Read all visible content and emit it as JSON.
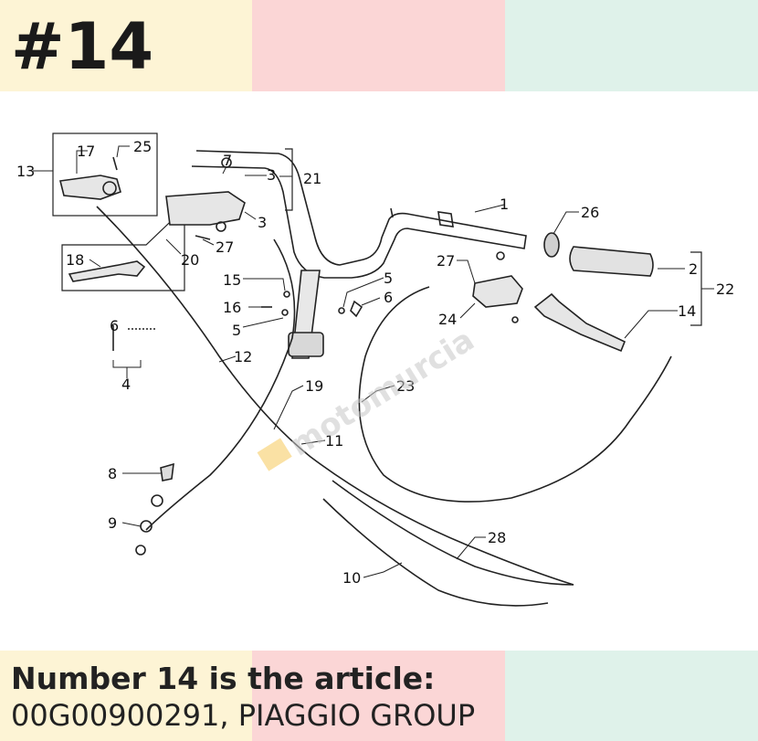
{
  "header": {
    "title": "#14"
  },
  "colors": {
    "band_left": "#fdf4d5",
    "band_middle": "#fbd6d6",
    "band_right": "#dff2ea",
    "text": "#1a1a1a"
  },
  "diagram": {
    "part_labels": [
      "1",
      "2",
      "3",
      "3",
      "4",
      "5",
      "5",
      "6",
      "6",
      "7",
      "8",
      "9",
      "10",
      "11",
      "12",
      "13",
      "14",
      "15",
      "16",
      "17",
      "18",
      "19",
      "20",
      "21",
      "22",
      "23",
      "24",
      "25",
      "26",
      "27",
      "27",
      "28"
    ],
    "watermark": "motomurcia"
  },
  "caption": {
    "line1": "Number 14 is the article:",
    "line2": "00G00900291, PIAGGIO GROUP"
  }
}
